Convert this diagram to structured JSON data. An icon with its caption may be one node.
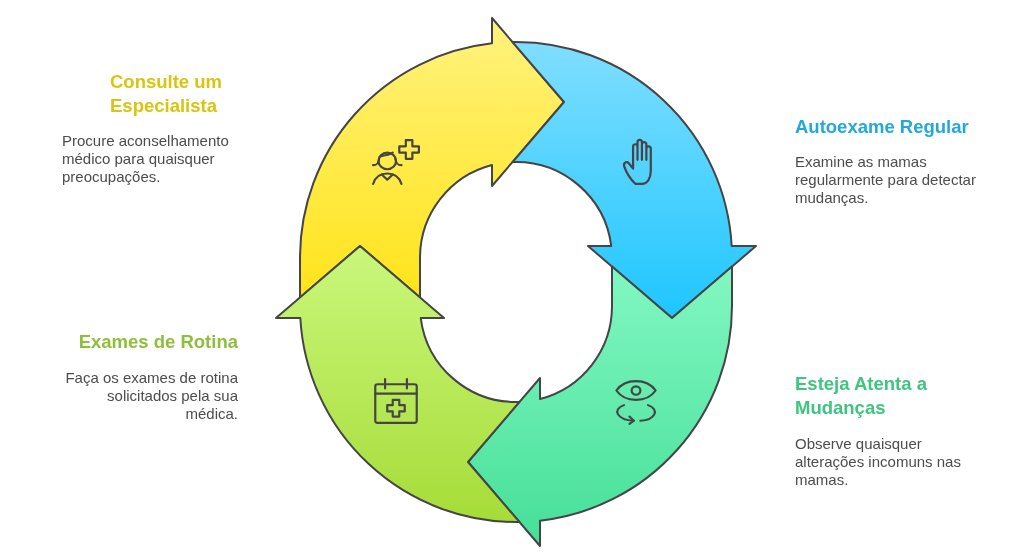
{
  "diagram": {
    "nodes": [
      {
        "text": [
          "Consulte um Especialista",
          "Procure aconselhamento médico para quaisquer preocupações."
        ]
      },
      {
        "text": [
          "Autoexame Regular",
          "Examine as mamas regularmente para detectar mudanças."
        ]
      },
      {
        "text": [
          "Esteja Atenta a Mudanças",
          "Observe quaisquer alterações incomuns nas mamas."
        ]
      },
      {
        "text": [
          "Exames de Rotina",
          "Faça os exames de rotina solicitados pela sua médica."
        ]
      }
    ]
  }
}
